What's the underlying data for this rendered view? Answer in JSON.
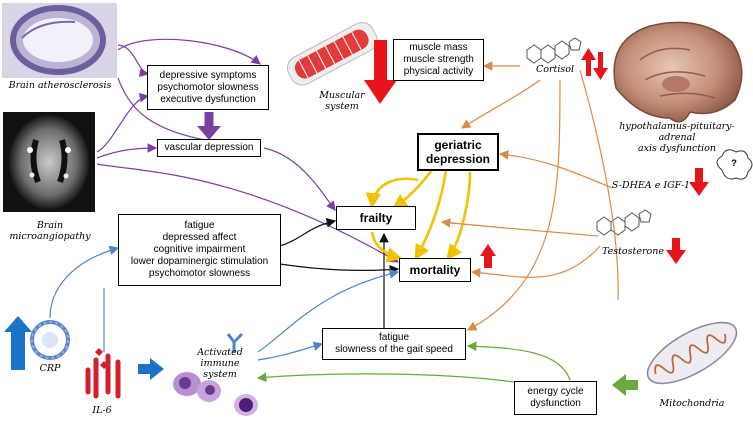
{
  "boxes": {
    "depressive": [
      "depressive symptoms",
      "psychomotor slowness",
      "executive dysfunction"
    ],
    "vascular": "vascular depression",
    "fatigue_left": [
      "fatigue",
      "depressed affect",
      "cognitive impairment",
      "lower dopaminergic stimulation",
      "psychomotor slowness"
    ],
    "frailty": "frailty",
    "mortality": "mortality",
    "geriatric": [
      "geriatric",
      "depression"
    ],
    "muscle": [
      "muscle mass",
      "muscle strength",
      "physical activity"
    ],
    "fatigue_gait": [
      "fatigue",
      "slowness of the gait speed"
    ],
    "energy": [
      "energy cycle",
      "dysfunction"
    ]
  },
  "labels": {
    "brain_athero": "Brain atherosclerosis",
    "brain_micro": [
      "Brain",
      "microangiopathy"
    ],
    "muscular": [
      "Muscular",
      "system"
    ],
    "cortisol": "Cortisol",
    "hpa": [
      "hypothalamus-pituitary-",
      "adrenal",
      "axis dysfunction"
    ],
    "sdhea": "S-DHEA e IGF-1",
    "question": "?",
    "testosterone": "Testosterone",
    "crp": "CRP",
    "il6": "IL-6",
    "immune": [
      "Activated",
      "immune",
      "system"
    ],
    "mito": "Mitochondria"
  },
  "colors": {
    "purple": "#7b3fa0",
    "yellow": "#f2c200",
    "orange": "#d98a4a",
    "blue": "#4d86c6",
    "green": "#6aaa3a",
    "red": "#e8141c",
    "black": "#111111"
  }
}
